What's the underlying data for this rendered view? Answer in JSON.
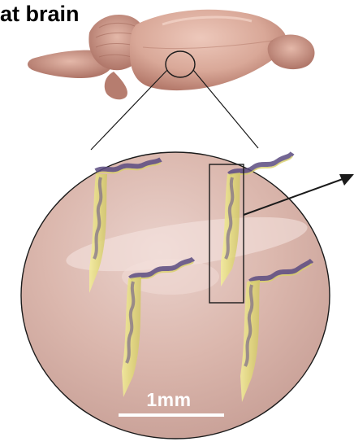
{
  "figure": {
    "title": "at brain",
    "scale_bar_label": "1mm"
  },
  "colors": {
    "brain_tissue": "#d9a898",
    "brain_shadow": "#b57a6c",
    "slice_fill": "#dcb7ad",
    "slice_outline": "#1a1a1a",
    "probe_shank": "#e6e08c",
    "probe_wire": "#6a5a8c",
    "scale_bar": "#ffffff"
  },
  "elements": {
    "brain": "whole-rat-brain-illustration",
    "region_marker": "ellipse-on-brain-cortex",
    "magnified_view": "circular-tissue-closeup",
    "probes": [
      "probe-1",
      "probe-2",
      "probe-3",
      "probe-4"
    ],
    "highlight_box": "selected-probe-box",
    "callout_arrow": "arrow-to-right"
  }
}
